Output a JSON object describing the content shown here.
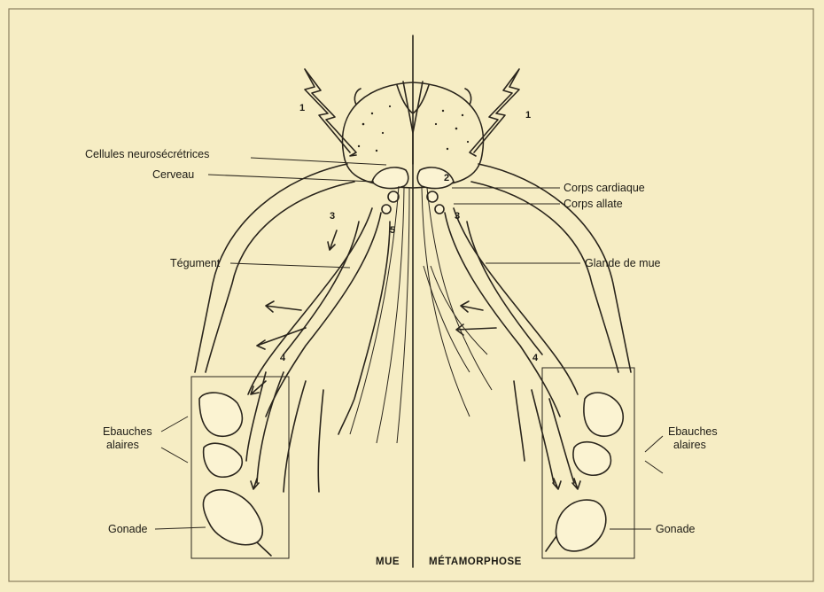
{
  "labels": {
    "cellules": "Cellules neurosécrétrices",
    "cerveau": "Cerveau",
    "corps_cardiaque": "Corps cardiaque",
    "corps_allate": "Corps allate",
    "tegument": "Tégument",
    "glande_de_mue": "Glande de mue",
    "ebauches_left_1": "Ebauches",
    "ebauches_left_2": "alaires",
    "ebauches_right_1": "Ebauches",
    "ebauches_right_2": "alaires",
    "gonade_left": "Gonade",
    "gonade_right": "Gonade",
    "mue": "MUE",
    "metamorphose": "MÉTAMORPHOSE"
  },
  "numbers": {
    "n1_left": "1",
    "n1_right": "1",
    "n2": "2",
    "n3_left": "3",
    "n3_right": "3",
    "n4_left": "4",
    "n4_right": "4",
    "n5": "5"
  },
  "colors": {
    "background": "#f6edc4",
    "ink": "#2a251c"
  }
}
